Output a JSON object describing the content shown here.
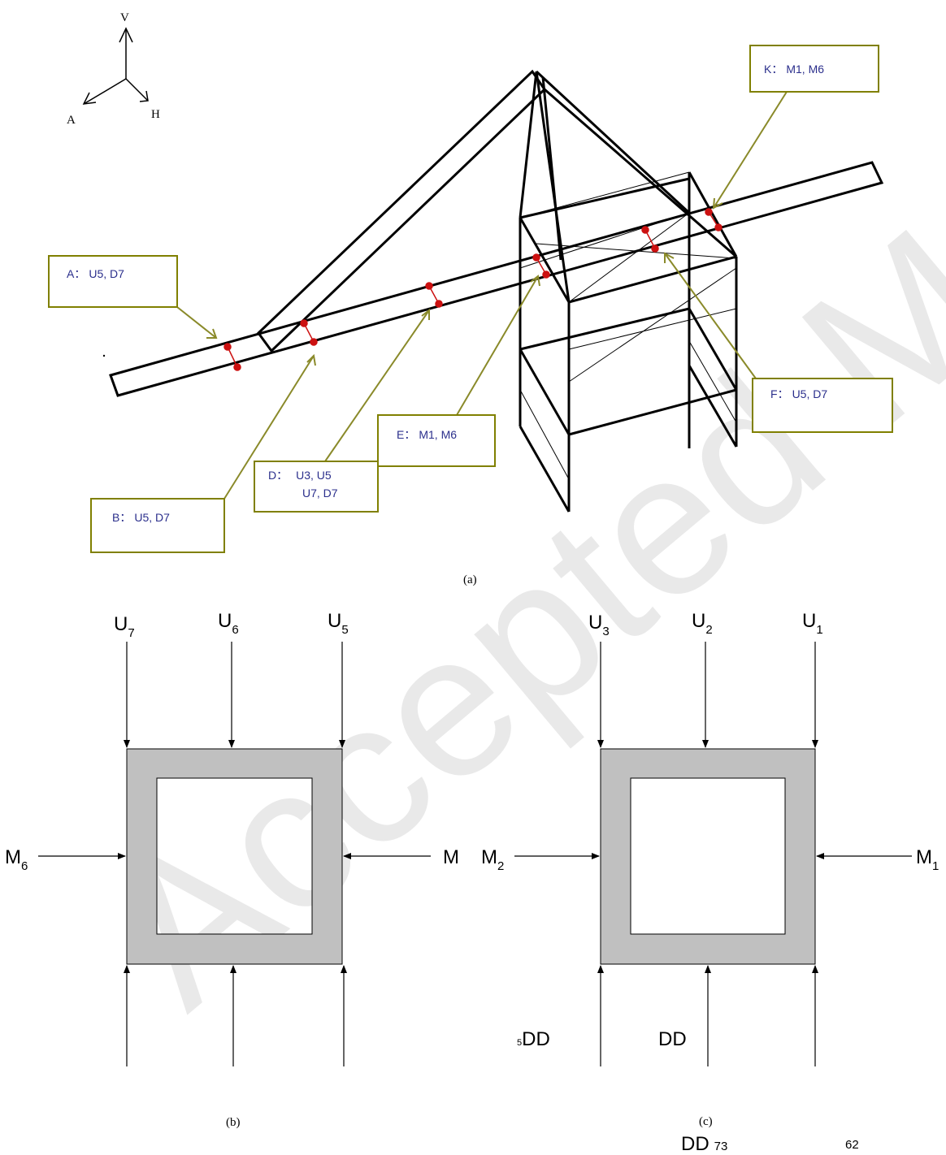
{
  "watermark": "Accepted Manuscript",
  "axes": {
    "v": "V",
    "a": "A",
    "h": "H"
  },
  "callouts": {
    "a": {
      "label": "A",
      "sep": "：",
      "text": "U5, D7"
    },
    "b": {
      "label": "B",
      "sep": "：",
      "text": "U5, D7"
    },
    "d": {
      "label": "D",
      "sep": "：",
      "line1": "U3, U5",
      "line2": "U7, D7"
    },
    "e": {
      "label": "E",
      "sep": "：",
      "text": "M1, M6"
    },
    "f": {
      "label": "F",
      "sep": "：",
      "text": "U5, D7"
    },
    "k": {
      "label": "K",
      "sep": "：",
      "text": "M1, M6"
    }
  },
  "captions": {
    "a": "(a)",
    "b": "(b)",
    "c": "(c)"
  },
  "panel_b": {
    "top": [
      {
        "main": "U",
        "sub": "7"
      },
      {
        "main": "U",
        "sub": "6"
      },
      {
        "main": "U",
        "sub": "5"
      }
    ],
    "left": {
      "main": "M",
      "sub": "6"
    },
    "right": {
      "main": "M",
      "sub": ""
    }
  },
  "panel_c": {
    "top": [
      {
        "main": "U",
        "sub": "3"
      },
      {
        "main": "U",
        "sub": "2"
      },
      {
        "main": "U",
        "sub": "1"
      }
    ],
    "left": {
      "main": "M",
      "sub": "2"
    },
    "right": {
      "main": "M",
      "sub": "1"
    },
    "bottom_texts": {
      "first_prefix": "5",
      "first": "DD",
      "second": "DD",
      "third": "DD",
      "third_suffix": "73",
      "page": "62"
    }
  },
  "colors": {
    "section_fill": "#c0c0c0",
    "callout_border": "#808000",
    "leader": "#8a8a2a",
    "marker": "#cc1111",
    "label_text": "#2b2f8c"
  }
}
